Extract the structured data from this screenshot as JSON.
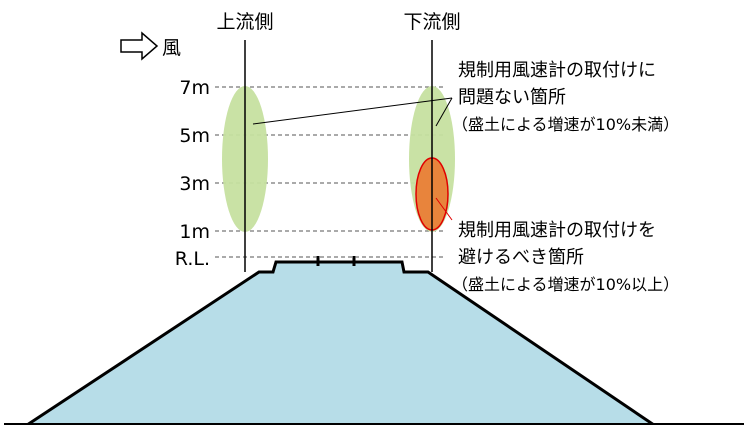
{
  "columns": {
    "upstream": "上流側",
    "downstream": "下流側"
  },
  "wind_label": "風",
  "heights": [
    "7m",
    "5m",
    "3m",
    "1m",
    "R.L."
  ],
  "annotations": {
    "ok": {
      "line1": "規制用風速計の取付けに",
      "line2": "問題ない箇所",
      "line3": "（盛土による増速が10%未満）"
    },
    "avoid": {
      "line1": "規制用風速計の取付けを",
      "line2": "避けるべき箇所",
      "line3": "（盛土による増速が10%以上）"
    }
  },
  "colors": {
    "embankment_fill": "#b7dde8",
    "ok_zone": "#c6e0a0",
    "avoid_zone_fill": "#e8843c",
    "avoid_zone_stroke": "#e00000"
  }
}
